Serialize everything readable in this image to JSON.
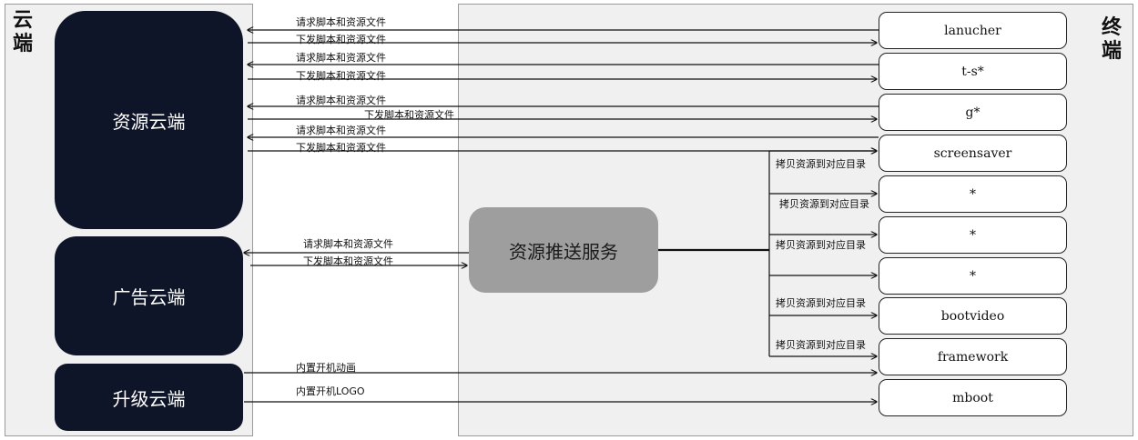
{
  "cloud_side": {
    "label": "云\n端"
  },
  "terminal_side": {
    "label": "终\n端"
  },
  "clouds": {
    "resource": "资源云端",
    "ad": "广告云端",
    "upgrade": "升级云端"
  },
  "push_service": "资源推送服务",
  "terminals": [
    "lanucher",
    "t-s*",
    "g*",
    "screensaver",
    "*",
    "*",
    "*",
    "bootvideo",
    "framework",
    "mboot"
  ],
  "edge_labels": {
    "request": "请求脚本和资源文件",
    "deliver": "下发脚本和资源文件",
    "copy": "拷贝资源到对应目录",
    "boot_animation": "内置开机动画",
    "boot_logo": "内置开机LOGO"
  }
}
